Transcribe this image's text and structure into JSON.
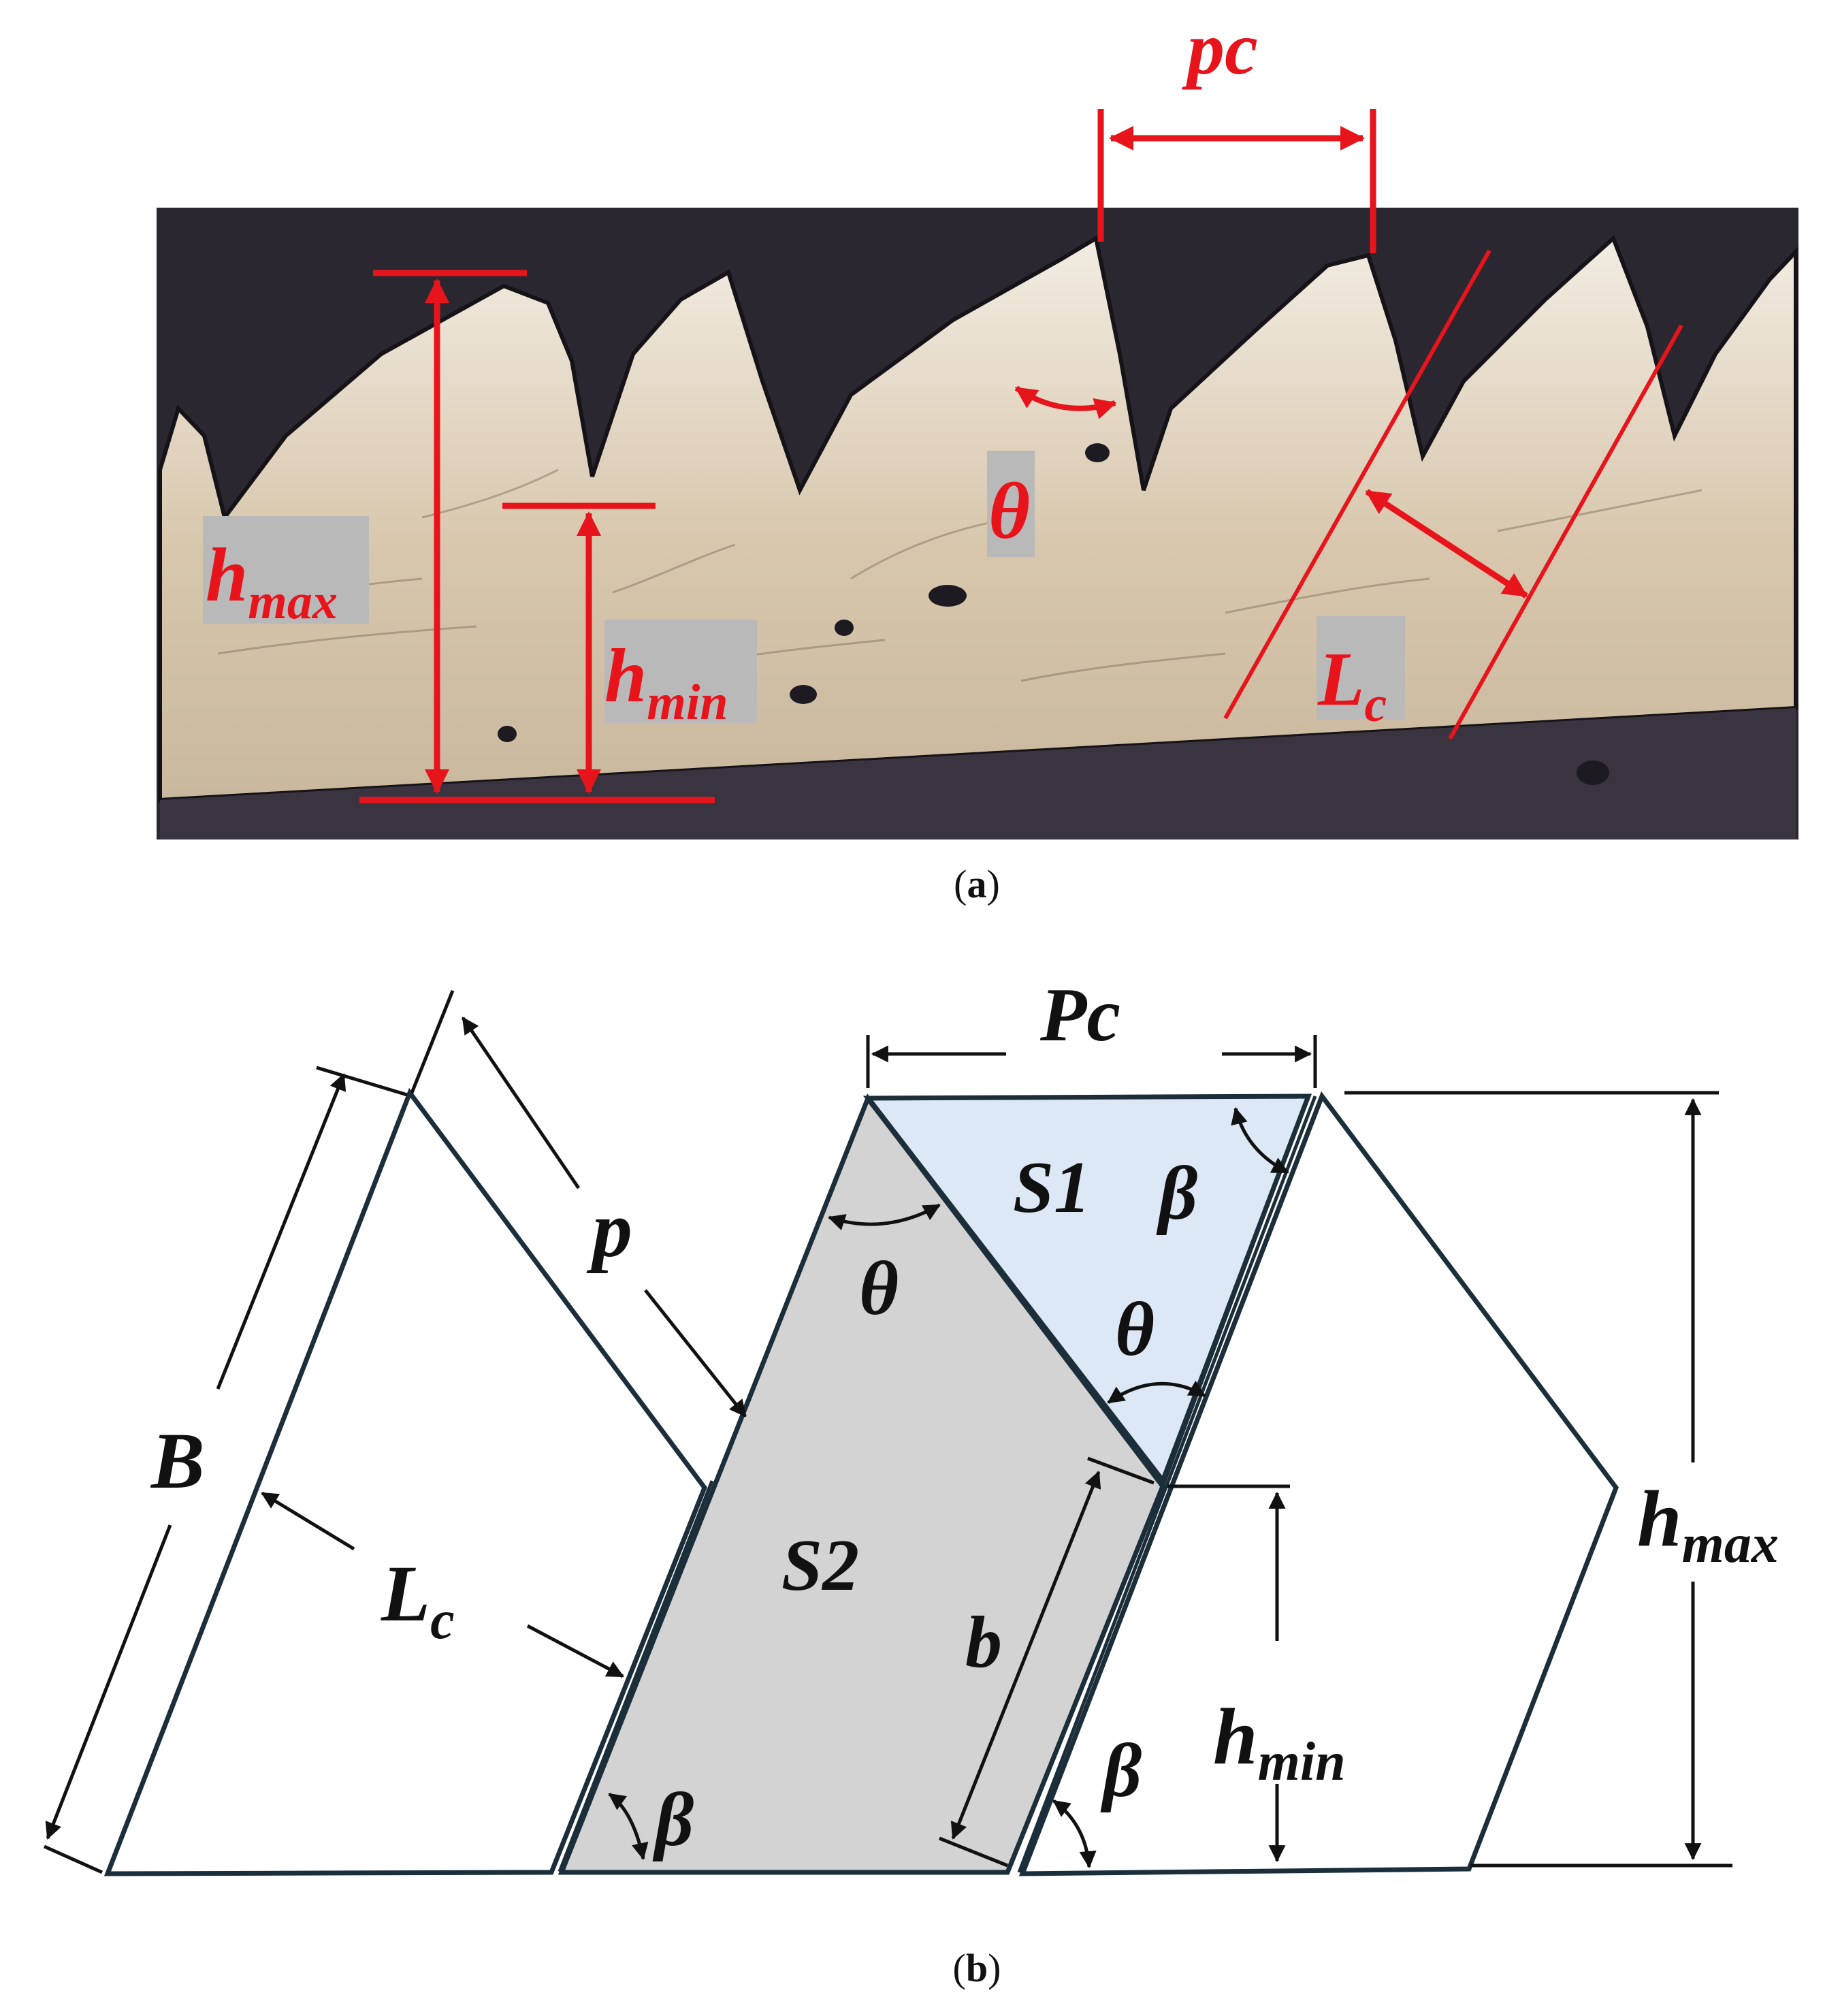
{
  "colors": {
    "annotation_red": "#e8141c",
    "outline": "#1b2e3a",
    "s1_fill": "#dce8f6",
    "s2_fill": "#d3d3d3",
    "label_box": "#b9b9b9",
    "micrograph_dark": "#2b2730",
    "micrograph_light": "#d9cdb9"
  },
  "panel_a": {
    "caption_open": "(",
    "caption_letter": "a",
    "caption_close": ")",
    "labels": {
      "pc": "pc",
      "h_max_base": "h",
      "h_max_sub": "max",
      "h_min_base": "h",
      "h_min_sub": "min",
      "theta": "θ",
      "lc_base": "L",
      "lc_sub": "c"
    }
  },
  "panel_b": {
    "caption_open": "(",
    "caption_letter": "b",
    "caption_close": ")",
    "labels": {
      "pc": "Pc",
      "s1": "S1",
      "s2": "S2",
      "beta_top": "β",
      "beta_left": "β",
      "beta_right": "β",
      "theta_top": "θ",
      "theta_mid": "θ",
      "p": "p",
      "b_upper": "B",
      "b_lower": "b",
      "lc_base": "L",
      "lc_sub": "c",
      "h_max_base": "h",
      "h_max_sub": "max",
      "h_min_base": "h",
      "h_min_sub": "min"
    }
  }
}
